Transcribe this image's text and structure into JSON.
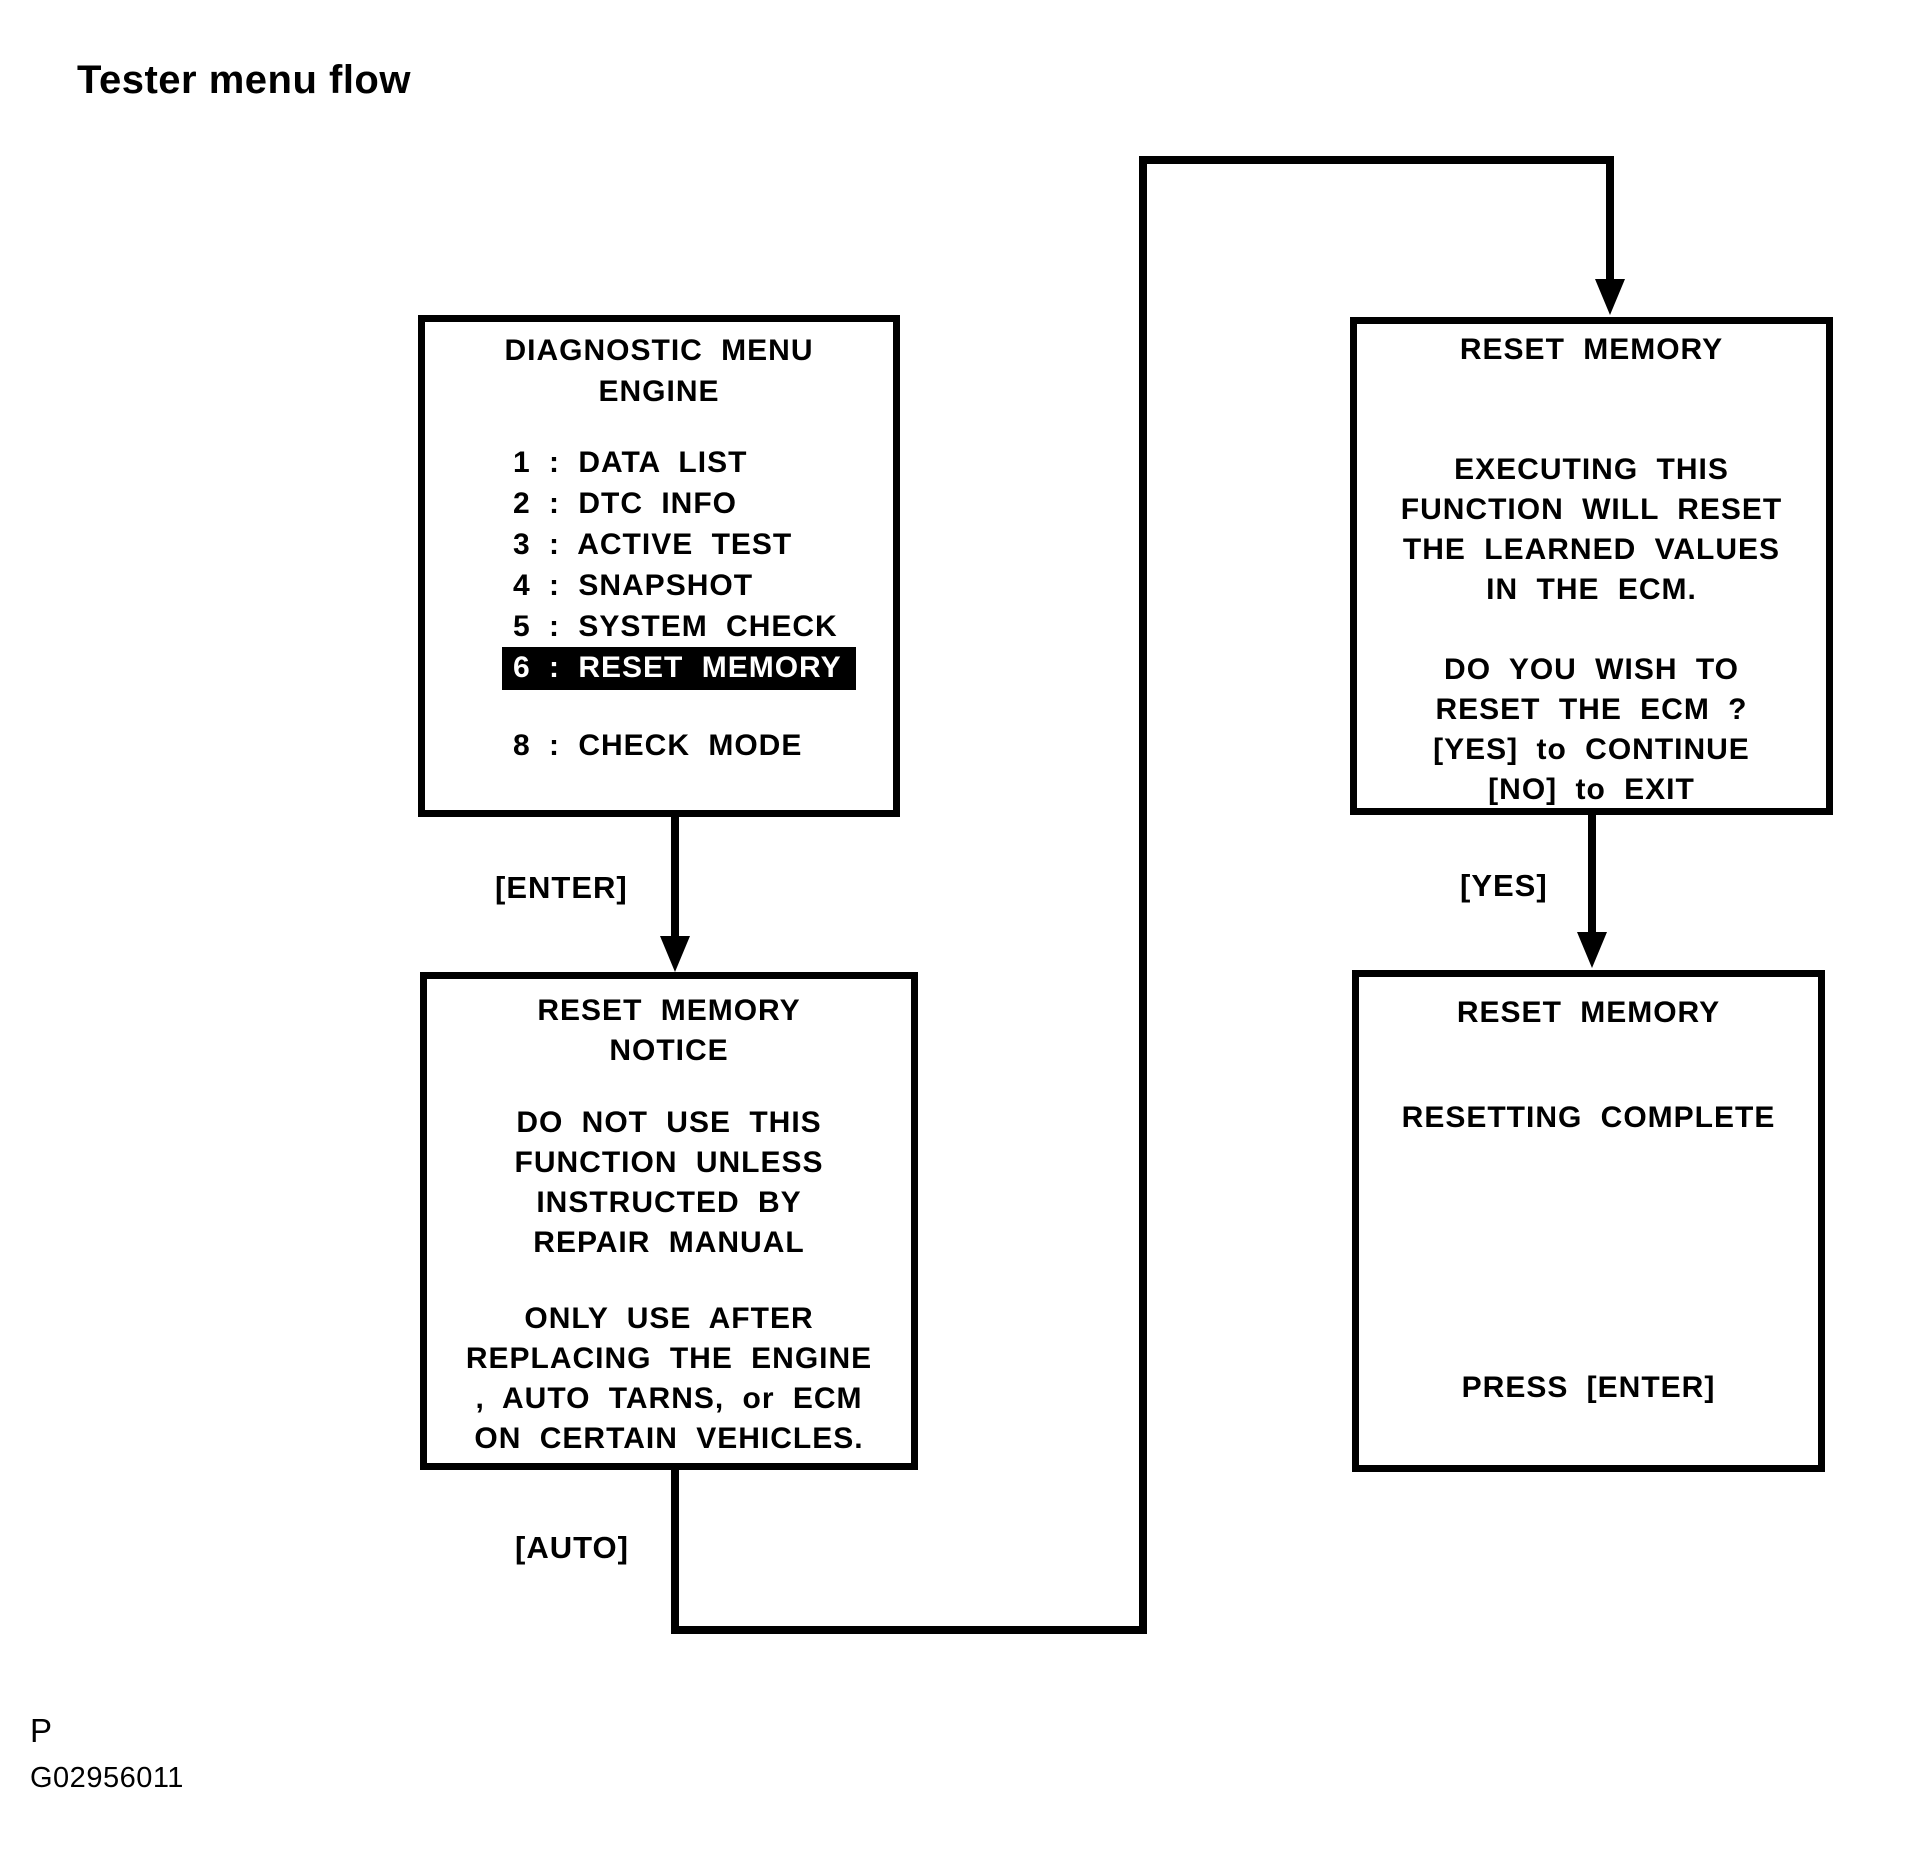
{
  "page": {
    "title": "Tester menu flow",
    "footer_mark": "P",
    "figure_id": "G02956011"
  },
  "colors": {
    "foreground": "#000000",
    "background": "#ffffff",
    "highlight_bg": "#000000",
    "highlight_text": "#ffffff"
  },
  "flow": {
    "screens": {
      "diagnostic_menu": {
        "title_line1": "DIAGNOSTIC MENU",
        "title_line2": "ENGINE",
        "items": [
          "1 : DATA LIST",
          "2 : DTC INFO",
          "3 : ACTIVE TEST",
          "4 : SNAPSHOT",
          "5 : SYSTEM CHECK",
          "6 : RESET MEMORY",
          "8 : CHECK MODE"
        ],
        "highlighted_item": "6 : RESET MEMORY"
      },
      "reset_memory_confirm": {
        "title": "RESET MEMORY",
        "body1": [
          "EXECUTING THIS",
          "FUNCTION WILL RESET",
          "THE LEARNED VALUES",
          "IN THE ECM."
        ],
        "body2": [
          "DO YOU WISH TO",
          "RESET THE ECM ?",
          "[YES] to CONTINUE",
          "[NO] to EXIT"
        ]
      },
      "reset_memory_notice": {
        "title_line1": "RESET MEMORY",
        "title_line2": "NOTICE",
        "body1": [
          "DO NOT USE THIS",
          "FUNCTION UNLESS",
          "INSTRUCTED BY",
          "REPAIR MANUAL"
        ],
        "body2": [
          "ONLY USE AFTER",
          "REPLACING THE ENGINE",
          ", AUTO TARNS, or ECM",
          "ON CERTAIN VEHICLES."
        ]
      },
      "reset_memory_complete": {
        "title": "RESET MEMORY",
        "status": "RESETTING COMPLETE",
        "prompt": "PRESS [ENTER]"
      }
    },
    "edge_labels": {
      "enter": "[ENTER]",
      "auto": "[AUTO]",
      "yes": "[YES]"
    }
  }
}
